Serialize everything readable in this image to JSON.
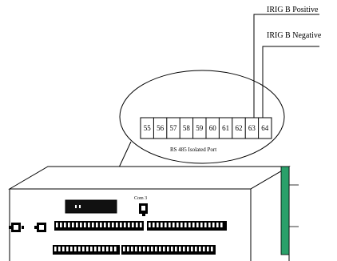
{
  "labels": {
    "irig_positive": "IRIG B Positive",
    "irig_negative": "IRIG B Negative",
    "port_caption": "RS 485 Isolated Port",
    "com3": "Com 3"
  },
  "terminals": [
    "55",
    "56",
    "57",
    "58",
    "59",
    "60",
    "61",
    "62",
    "63",
    "64"
  ],
  "colors": {
    "ink": "#000000",
    "green_strip": "#2aa06a",
    "background": "#ffffff"
  }
}
